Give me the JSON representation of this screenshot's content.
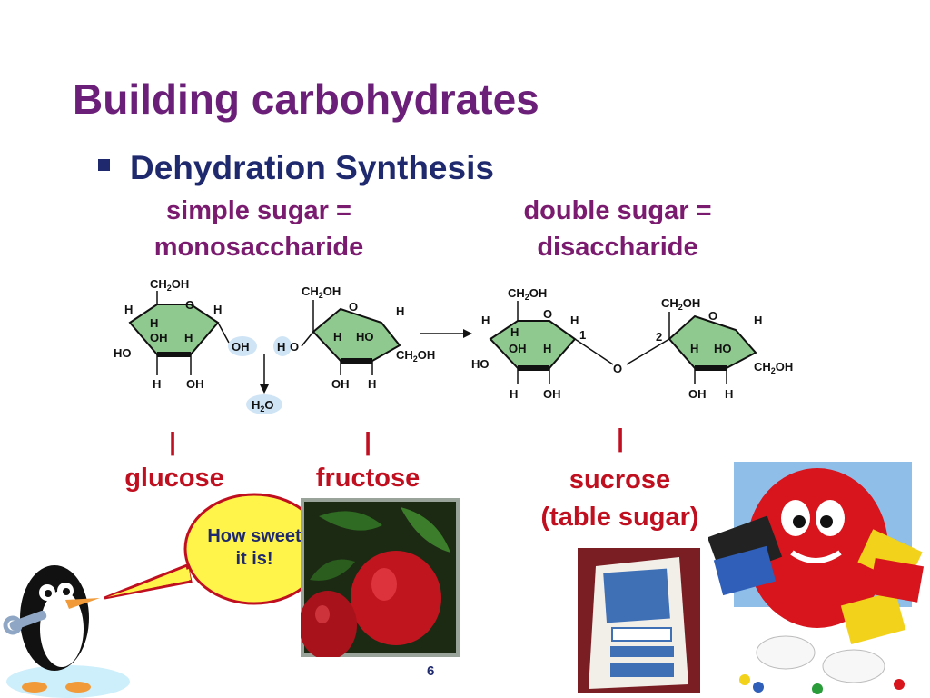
{
  "slide": {
    "title": "Building carbohydrates",
    "bullet": "Dehydration Synthesis",
    "left_heading": [
      "simple sugar =",
      "monosaccharide"
    ],
    "right_heading": [
      "double sugar =",
      "disaccharide"
    ],
    "divider": "|",
    "glucose": "glucose",
    "fructose": "fructose",
    "sucrose": [
      "sucrose",
      "(table sugar)"
    ],
    "speech": [
      "How sweet",
      "it is!"
    ],
    "page_number": "6"
  },
  "chem": {
    "ch2oh": "CH2OH",
    "o": "O",
    "h": "H",
    "oh": "OH",
    "ho": "HO",
    "water": "H2O",
    "one": "1",
    "two": "2"
  },
  "colors": {
    "title": "#6b1f78",
    "bullet": "#1f2a6e",
    "heading": "#7b1b6f",
    "sugar_names": "#c01020",
    "ring_fill": "#8fc98f",
    "speech_fill": "#fff44a",
    "speech_border": "#c01020"
  }
}
